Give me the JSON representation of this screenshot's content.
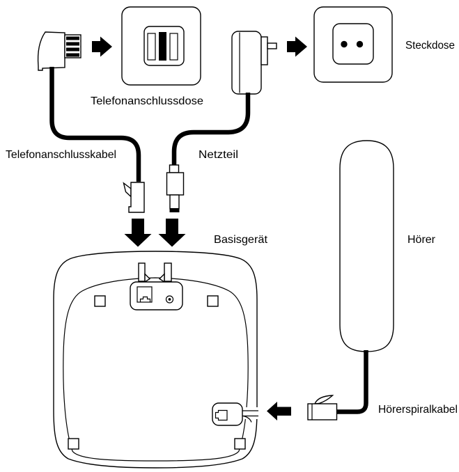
{
  "diagram": {
    "title_hint": "telephone installation diagram",
    "labels": {
      "tae_socket": "Telefonanschlussdose",
      "power_outlet": "Steckdose",
      "phone_cable": "Telefonanschlusskabel",
      "power_supply": "Netzteil",
      "base_unit": "Basisgerät",
      "handset": "Hörer",
      "handset_cord": "Hörerspiralkabel"
    },
    "colors": {
      "line": "#000000",
      "background": "#ffffff"
    }
  }
}
